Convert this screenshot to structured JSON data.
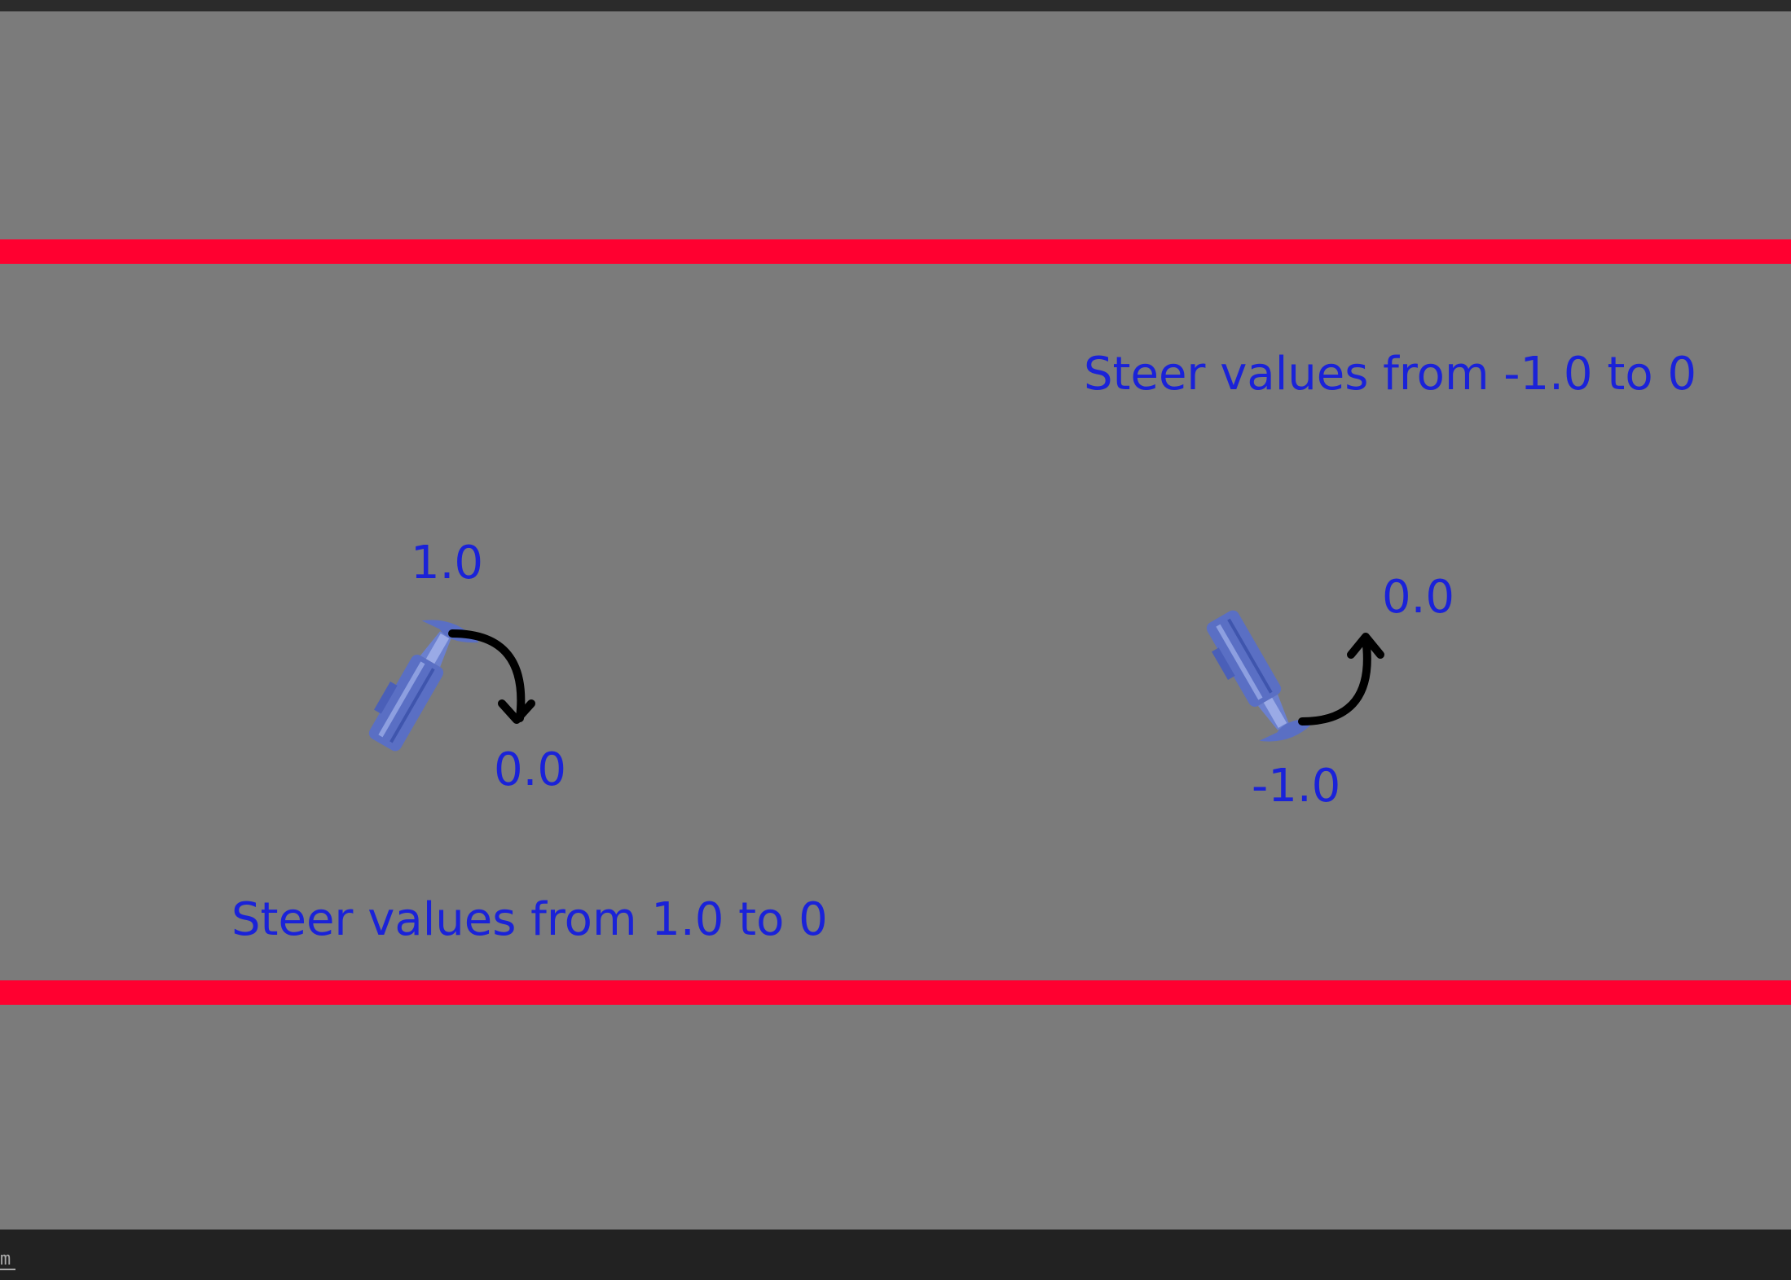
{
  "colors": {
    "road": "#7b7b7b",
    "boundary_line": "#ff0030",
    "label_text": "#1a22d8",
    "vehicle": "#5a6fc4",
    "arrow": "#000000",
    "chrome": "#222222"
  },
  "right_example": {
    "caption": "Steer values from -1.0 to 0",
    "start_value": "-1.0",
    "end_value": "0.0",
    "vehicle_icon": "car-icon",
    "arrow_icon": "curved-arrow-up-icon"
  },
  "left_example": {
    "caption": "Steer values from 1.0 to 0",
    "start_value": "1.0",
    "end_value": "0.0",
    "vehicle_icon": "car-icon",
    "arrow_icon": "curved-arrow-down-icon"
  },
  "footer": {
    "text": "m"
  }
}
